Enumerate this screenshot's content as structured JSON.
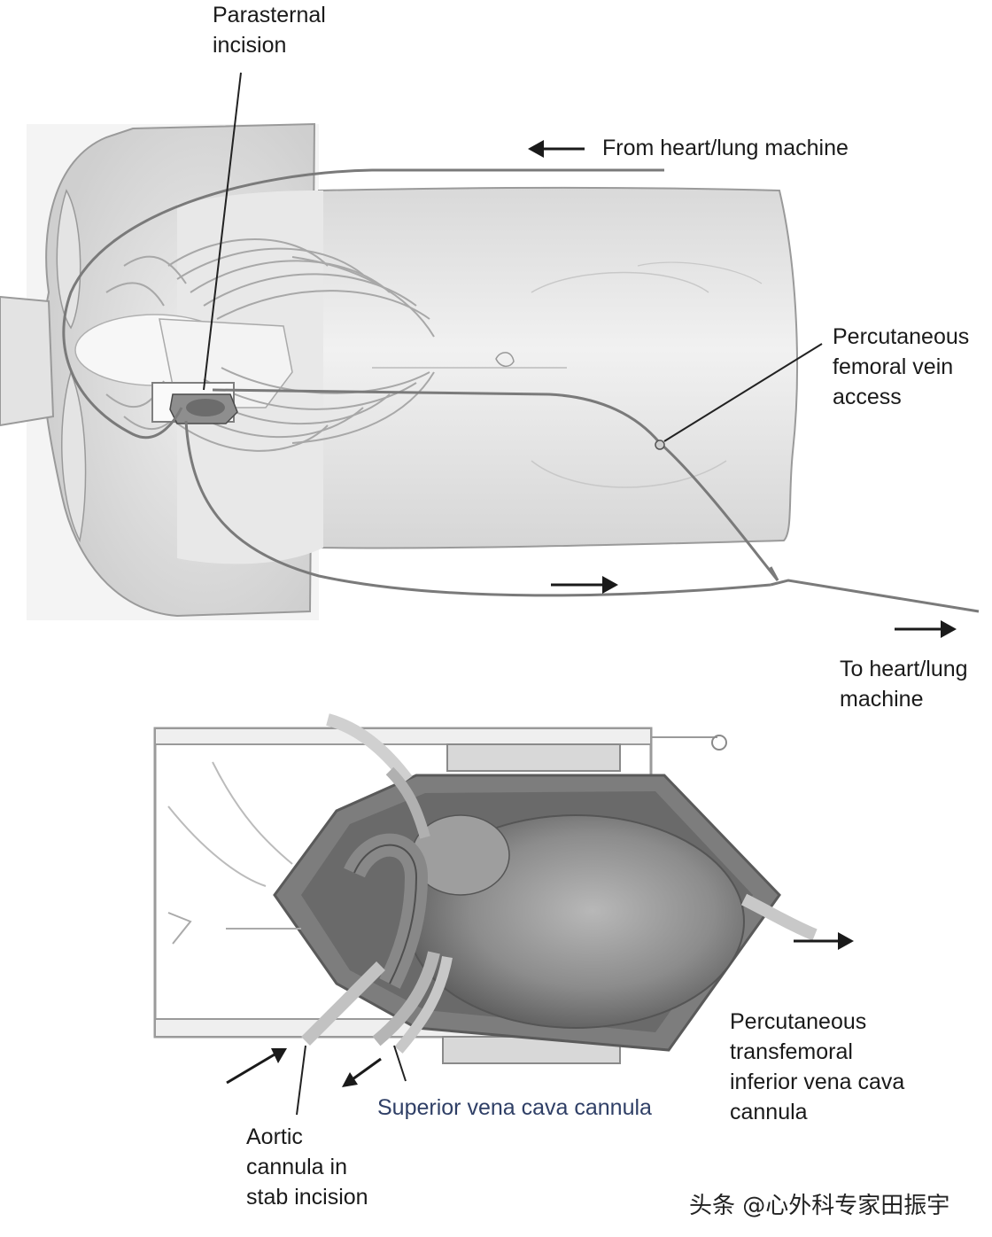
{
  "labels": {
    "parasternal": "Parasternal\nincision",
    "from_machine": "From heart/lung machine",
    "femoral_vein": "Percutaneous\nfemoral vein\naccess",
    "to_machine": "To heart/lung\nmachine",
    "ivc_cannula": "Percutaneous\ntransfemoral\ninferior vena cava\ncannula",
    "svc_cannula": "Superior vena cava cannula",
    "aortic_cannula": "Aortic\ncannula in\nstab incision"
  },
  "watermark": "头条 @心外科专家田振宇",
  "colors": {
    "skin": "#ececec",
    "skin_shade": "#d2d2d2",
    "outline": "#8a8a8a",
    "heart": "#9a9a9a",
    "heart_dark": "#5e5e5e",
    "label_text": "#1a1a1a",
    "label_blue": "#2f3f66"
  },
  "icons": [
    "arrow-left-icon",
    "arrow-right-icon"
  ]
}
